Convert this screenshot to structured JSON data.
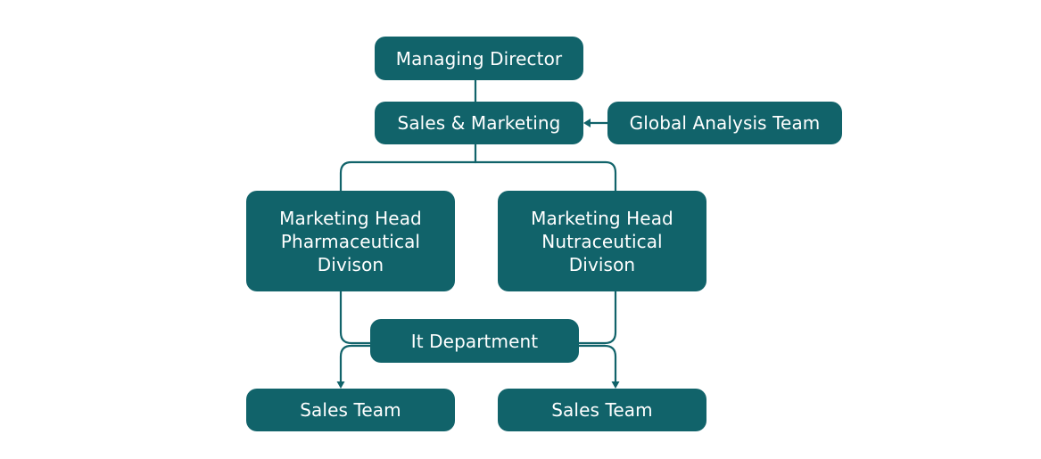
{
  "colors": {
    "box": "#11636a",
    "text": "#ffffff",
    "connector": "#11636a",
    "background": "#ffffff"
  },
  "nodes": {
    "managing_director": "Managing Director",
    "sales_marketing": "Sales & Marketing",
    "global_analysis": "Global Analysis Team",
    "marketing_head_pharma": [
      "Marketing Head",
      "Pharmaceutical",
      "Divison"
    ],
    "marketing_head_nutra": [
      "Marketing Head",
      "Nutraceutical",
      "Divison"
    ],
    "it_department": "It Department",
    "sales_team_left": "Sales Team",
    "sales_team_right": "Sales Team"
  }
}
